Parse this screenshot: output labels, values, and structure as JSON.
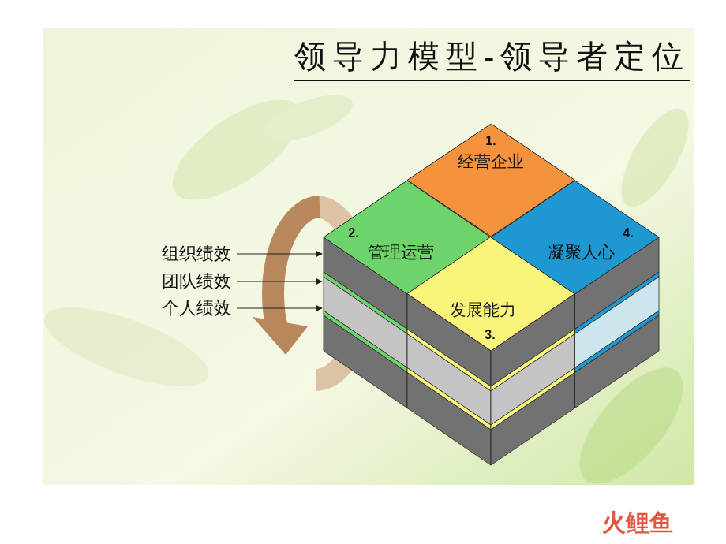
{
  "diagram": {
    "title": "领导力模型-领导者定位",
    "nodes": [
      {
        "text": [
          "1.",
          "经营企业"
        ]
      },
      {
        "text": [
          "2.",
          "管理运营"
        ]
      },
      {
        "text": [
          "发展能力",
          "3."
        ]
      },
      {
        "text": [
          "4.",
          "凝聚人心"
        ]
      }
    ],
    "labels": [
      "组织绩效",
      "团队绩效",
      "个人绩效",
      "火鲤鱼"
    ]
  }
}
